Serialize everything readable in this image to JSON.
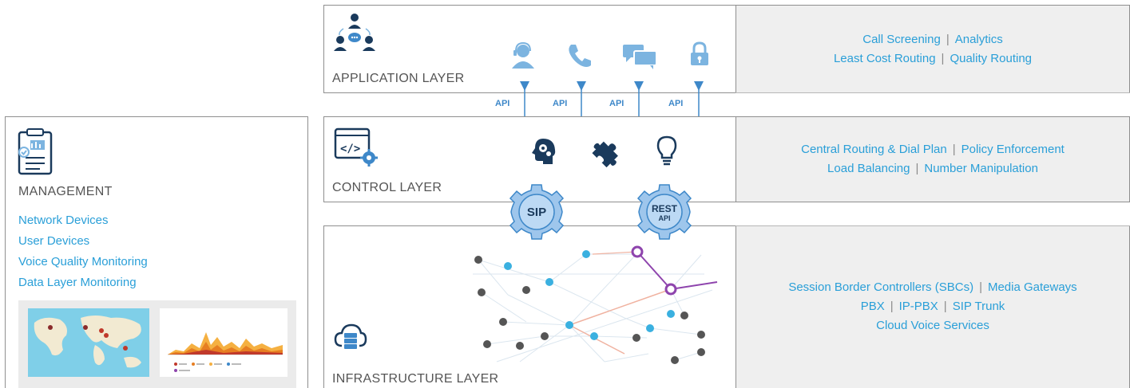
{
  "management": {
    "title": "MANAGEMENT",
    "links": [
      "Network Devices",
      "User Devices",
      "Voice Quality Monitoring",
      "Data Layer Monitoring"
    ]
  },
  "layers": {
    "application": {
      "title": "APPLICATION LAYER",
      "desc": [
        [
          "Call Screening",
          "Analytics"
        ],
        [
          "Least Cost Routing",
          "Quality Routing"
        ]
      ]
    },
    "control": {
      "title": "CONTROL LAYER",
      "desc": [
        [
          "Central Routing & Dial Plan",
          "Policy Enforcement"
        ],
        [
          "Load Balancing",
          "Number Manipulation"
        ]
      ]
    },
    "infrastructure": {
      "title": "INFRASTRUCTURE LAYER",
      "desc": [
        [
          "Session Border Controllers (SBCs)",
          "Media Gateways"
        ],
        [
          "PBX",
          "IP-PBX",
          "SIP Trunk"
        ],
        [
          "Cloud Voice Services"
        ]
      ]
    }
  },
  "api_labels": [
    "API",
    "API",
    "API",
    "API"
  ],
  "gears": {
    "sip": "SIP",
    "rest": "REST",
    "rest_sub": "API"
  },
  "separator": "|",
  "icons": {
    "application": [
      "agent-headset-icon",
      "phone-icon",
      "chat-bubbles-icon",
      "lock-icon"
    ],
    "control": [
      "brain-gears-icon",
      "puzzle-icon",
      "lightbulb-icon"
    ]
  },
  "colors": {
    "link": "#2a9fd8",
    "dark_icon": "#1a3a5c",
    "light_icon": "#7cb4e0",
    "gear_fill": "#9ec6ec",
    "api": "#3e88c9"
  }
}
